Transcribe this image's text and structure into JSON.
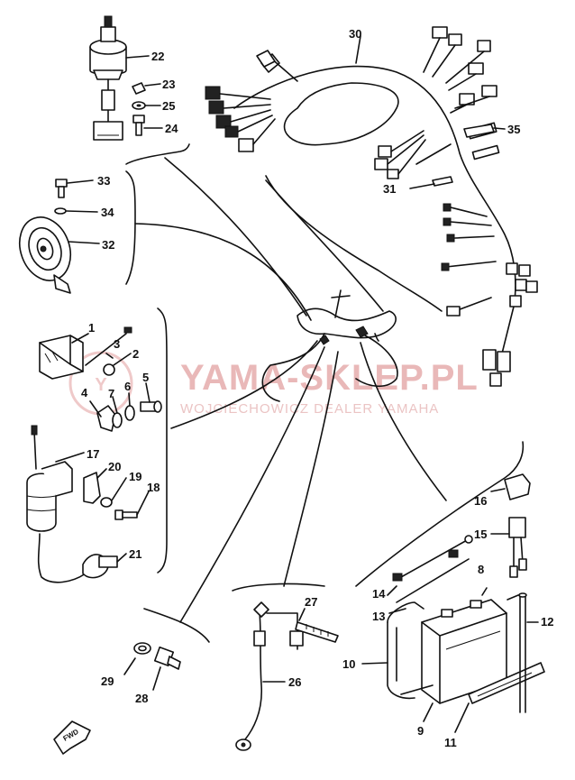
{
  "watermark": {
    "title": "YAMA-SKLEP.PL",
    "subtitle": "WOJCIECHOWICZ DEALER YAMAHA"
  },
  "forward_label": "FWD",
  "parts": [
    {
      "num": "1"
    },
    {
      "num": "2"
    },
    {
      "num": "3"
    },
    {
      "num": "4"
    },
    {
      "num": "5"
    },
    {
      "num": "6"
    },
    {
      "num": "7"
    },
    {
      "num": "8"
    },
    {
      "num": "9"
    },
    {
      "num": "10"
    },
    {
      "num": "11"
    },
    {
      "num": "12"
    },
    {
      "num": "13"
    },
    {
      "num": "14"
    },
    {
      "num": "15"
    },
    {
      "num": "16"
    },
    {
      "num": "17"
    },
    {
      "num": "18"
    },
    {
      "num": "19"
    },
    {
      "num": "20"
    },
    {
      "num": "21"
    },
    {
      "num": "22"
    },
    {
      "num": "23"
    },
    {
      "num": "24"
    },
    {
      "num": "25"
    },
    {
      "num": "26"
    },
    {
      "num": "27"
    },
    {
      "num": "28"
    },
    {
      "num": "29"
    },
    {
      "num": "30"
    },
    {
      "num": "31"
    },
    {
      "num": "32"
    },
    {
      "num": "33"
    },
    {
      "num": "34"
    },
    {
      "num": "35"
    }
  ],
  "colors": {
    "ink": "#111111",
    "watermark": "#e9b8b8",
    "background": "#ffffff"
  }
}
